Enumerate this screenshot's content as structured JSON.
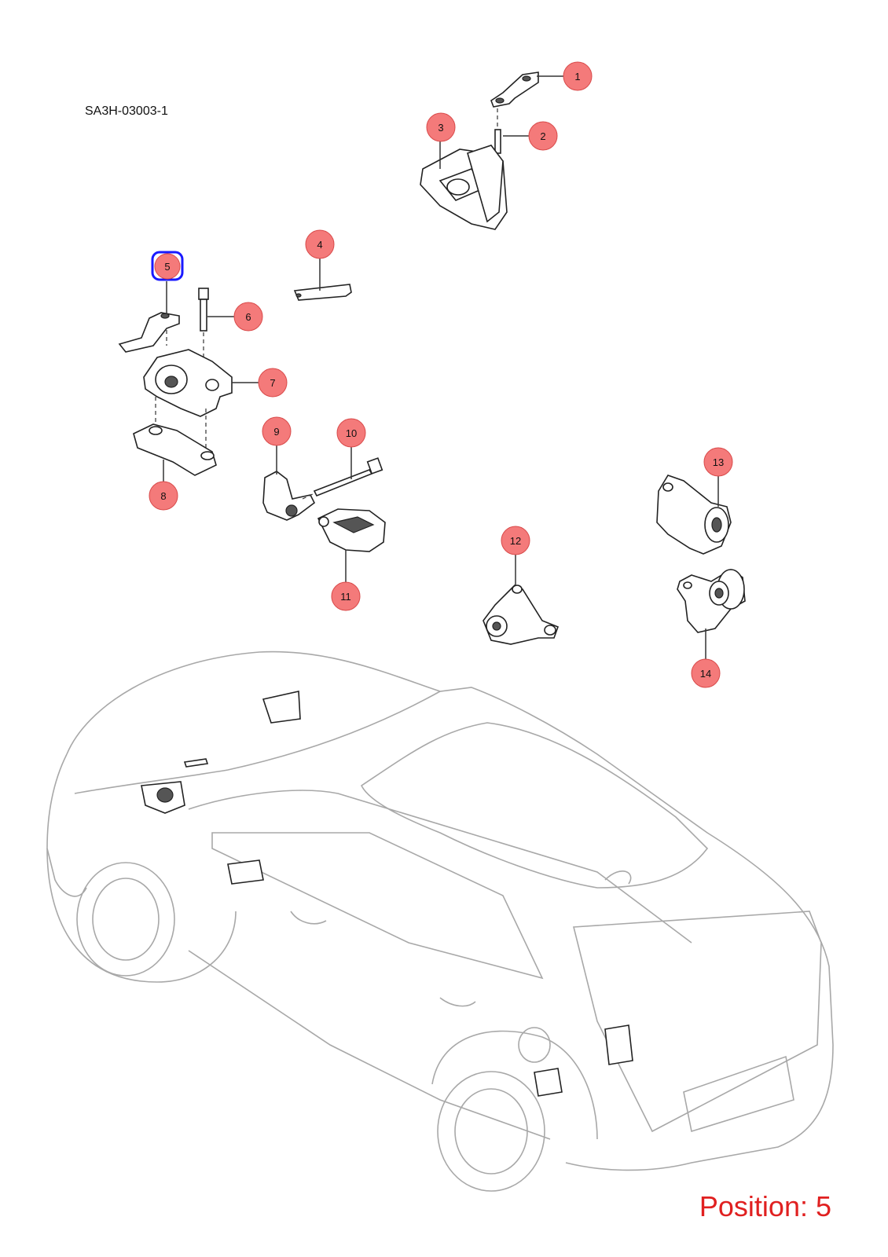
{
  "diagram_code": "SA3H-03003-1",
  "position_label": "Position: 5",
  "selected_callout": "5",
  "colors": {
    "callout_fill": "#f47a7a",
    "callout_stroke": "#d94a4a",
    "selected_stroke": "#1a1aff",
    "position_text": "#e02020"
  },
  "callouts": [
    {
      "label": "1"
    },
    {
      "label": "2"
    },
    {
      "label": "3"
    },
    {
      "label": "4"
    },
    {
      "label": "5"
    },
    {
      "label": "6"
    },
    {
      "label": "7"
    },
    {
      "label": "8"
    },
    {
      "label": "9"
    },
    {
      "label": "10"
    },
    {
      "label": "11"
    },
    {
      "label": "12"
    },
    {
      "label": "13"
    },
    {
      "label": "14"
    }
  ]
}
